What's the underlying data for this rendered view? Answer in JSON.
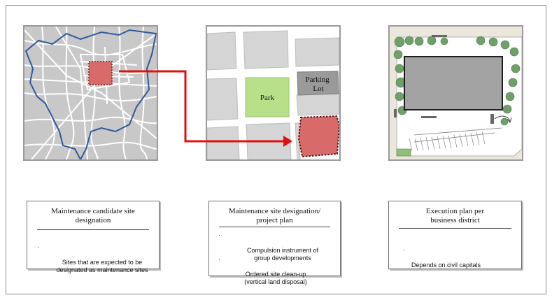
{
  "map_labels": {
    "park": "Park",
    "parking_lot": "Parking\nLot"
  },
  "captions": [
    {
      "title": "Maintenance candidate site\ndesignation",
      "bullets": [
        "Sites that are expected to be\ndesignated as maintenance sites"
      ]
    },
    {
      "title": "Maintenance site designation/\nproject plan",
      "bullets": [
        "Compulsion instrument of\ngroup developments",
        "Ordered site clean-up\n(vertical land disposal)"
      ]
    },
    {
      "title": "Execution plan per\nbusiness district",
      "bullets": [
        "Depends on civil capitals"
      ]
    }
  ],
  "bullet_marker": "·",
  "colors": {
    "map_gray": "#c8c8c8",
    "boundary": "#2f5a9a",
    "highlight": "#d96a6a",
    "arrow": "#e01010",
    "park": "#b8e08a",
    "parking": "#9a9a9a"
  }
}
